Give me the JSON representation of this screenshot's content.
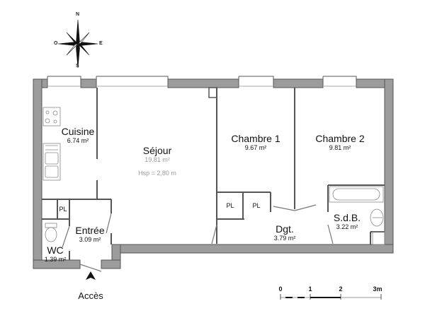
{
  "compass": {
    "north": "N",
    "south": "S",
    "east": "E",
    "west": "O"
  },
  "rooms": {
    "cuisine": {
      "name": "Cuisine",
      "area": "6.74 m²"
    },
    "sejour": {
      "name": "Séjour",
      "area": "19.81 m²",
      "ceiling": "Hsp =  2,80 m"
    },
    "chambre1": {
      "name": "Chambre 1",
      "area": "9.67 m²"
    },
    "chambre2": {
      "name": "Chambre 2",
      "area": "9.81 m²"
    },
    "entree": {
      "name": "Entrée",
      "area": "3.09 m²"
    },
    "wc": {
      "name": "WC",
      "area": "1.39 m²"
    },
    "dgt": {
      "name": "Dgt.",
      "area": "3.79 m²"
    },
    "sdb": {
      "name": "S.d.B.",
      "area": "3.22 m²"
    }
  },
  "closets": [
    "PL",
    "PL",
    "PL"
  ],
  "access_label": "Accès",
  "scale": {
    "ticks": [
      "0",
      "1",
      "2",
      "3m"
    ]
  },
  "colors": {
    "wall": "#9c9c9c",
    "wall_stroke": "#555555",
    "line": "#666666"
  }
}
